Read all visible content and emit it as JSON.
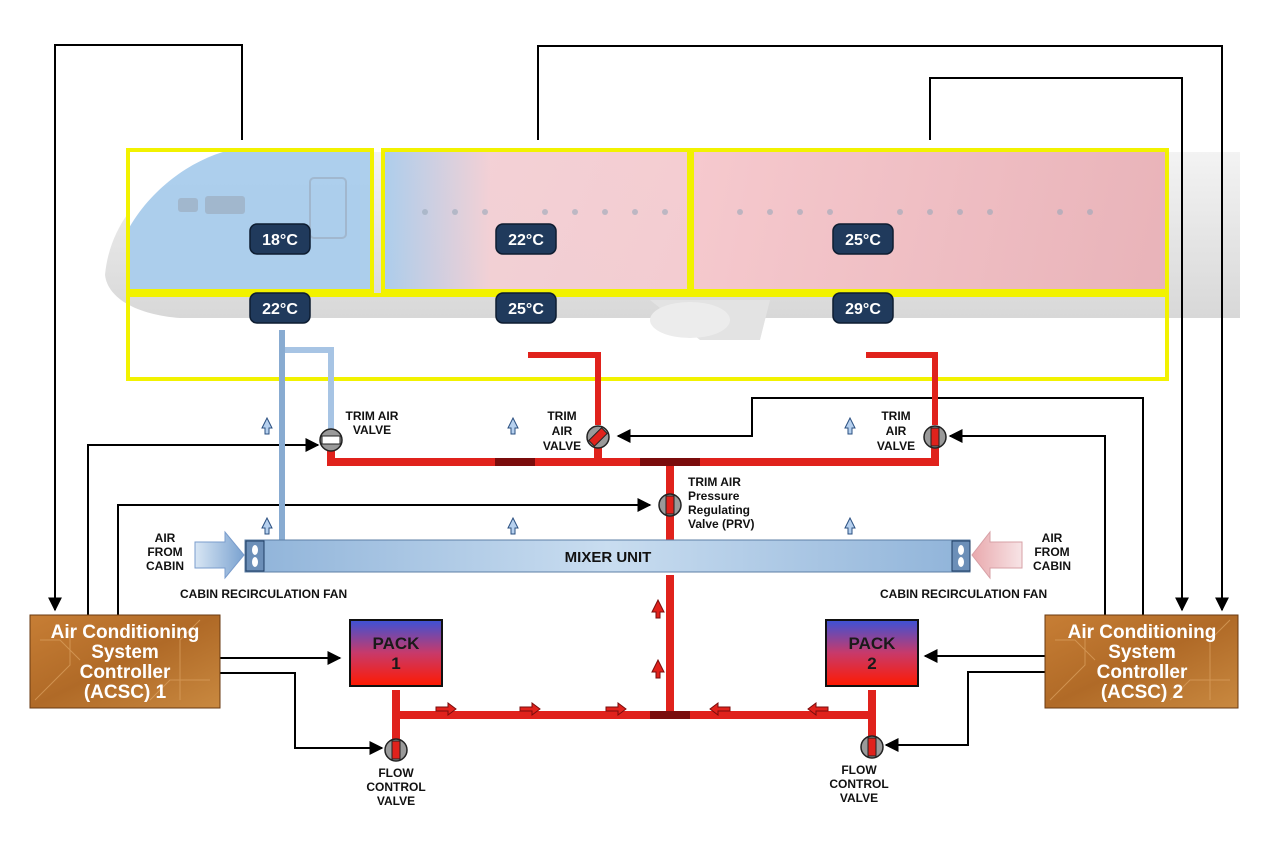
{
  "zones": {
    "zone1": {
      "cabin_temp": "18°C",
      "duct_temp": "22°C"
    },
    "zone2": {
      "cabin_temp": "22°C",
      "duct_temp": "25°C"
    },
    "zone3": {
      "cabin_temp": "25°C",
      "duct_temp": "29°C"
    }
  },
  "valves": {
    "trim_air_valve_1": [
      "TRIM AIR",
      "VALVE"
    ],
    "trim_air_valve_2": [
      "TRIM",
      "AIR",
      "VALVE"
    ],
    "trim_air_valve_3": [
      "TRIM",
      "AIR",
      "VALVE"
    ],
    "prv": [
      "TRIM AIR",
      "Pressure",
      "Regulating",
      "Valve (PRV)"
    ],
    "flow_control_valve_1": [
      "FLOW",
      "CONTROL",
      "VALVE"
    ],
    "flow_control_valve_2": [
      "FLOW",
      "CONTROL",
      "VALVE"
    ]
  },
  "mixer": {
    "label": "MIXER UNIT"
  },
  "air_from_cabin_left": [
    "AIR",
    "FROM",
    "CABIN"
  ],
  "air_from_cabin_right": [
    "AIR",
    "FROM",
    "CABIN"
  ],
  "fans": {
    "left": "CABIN RECIRCULATION FAN",
    "right": "CABIN RECIRCULATION FAN"
  },
  "packs": {
    "pack1": [
      "PACK",
      "1"
    ],
    "pack2": [
      "PACK",
      "2"
    ]
  },
  "controllers": {
    "acsc1": [
      "Air Conditioning",
      "System",
      "Controller",
      "(ACSC) 1"
    ],
    "acsc2": [
      "Air Conditioning",
      "System",
      "Controller",
      "(ACSC) 2"
    ]
  },
  "colors": {
    "zone_border": "#f2f200",
    "cold_zone": "#a9ccec",
    "warm_zone": "#f2c7cb",
    "hot_duct": "#e0221c",
    "cold_duct": "#a7c4e4",
    "temp_badge": "#203a5c",
    "controller": "#b8702c"
  }
}
